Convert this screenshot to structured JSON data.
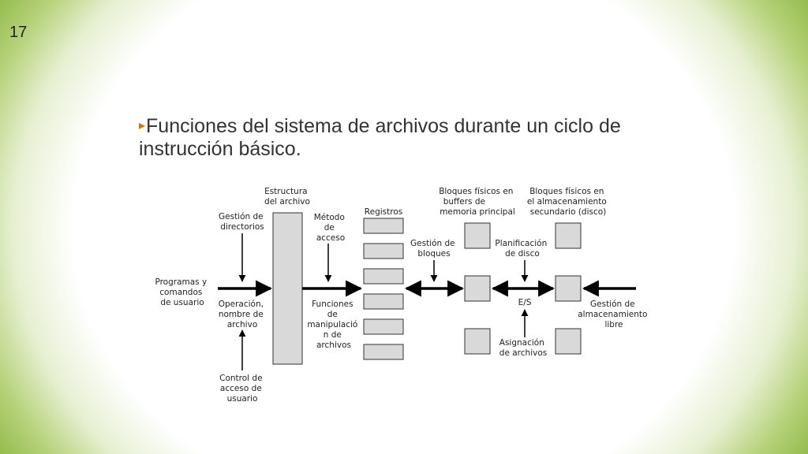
{
  "slide": {
    "number": "17",
    "bullet": "▸",
    "title": "Funciones del sistema de archivos durante un ciclo de instrucción básico."
  },
  "diagram": {
    "labels": {
      "programas": [
        "Programas y",
        "comandos",
        "de usuario"
      ],
      "gestion_directorios": [
        "Gestión de",
        "directorios"
      ],
      "estructura": [
        "Estructura",
        "del archivo"
      ],
      "metodo": [
        "Método",
        "de",
        "acceso"
      ],
      "registros": "Registros",
      "operacion": [
        "Operación,",
        "nombre de",
        "archivo"
      ],
      "control": [
        "Control de",
        "acceso de",
        "usuario"
      ],
      "funciones": [
        "Funciones",
        "de",
        "manipulació",
        "n de",
        "archivos"
      ],
      "gestion_bloques": [
        "Gestión de",
        "bloques"
      ],
      "bloques_memoria_1": "Bloques físicos en",
      "bloques_memoria_2a": "buffers",
      "bloques_memoria_2b": " de",
      "bloques_memoria_3": "memoria principal",
      "bloques_sec": [
        "Bloques físicos en",
        "el almacenamiento",
        "secundario (disco)"
      ],
      "planificacion": [
        "Planificación",
        "de disco"
      ],
      "es": "E/S",
      "asignacion": [
        "Asignación",
        "de archivos"
      ],
      "gestion_alm": [
        "Gestión de",
        "almacenamiento",
        "libre"
      ]
    },
    "colors": {
      "box_fill": "#d9d9d9",
      "line": "#000000",
      "bullet": "#e46c0a"
    }
  }
}
